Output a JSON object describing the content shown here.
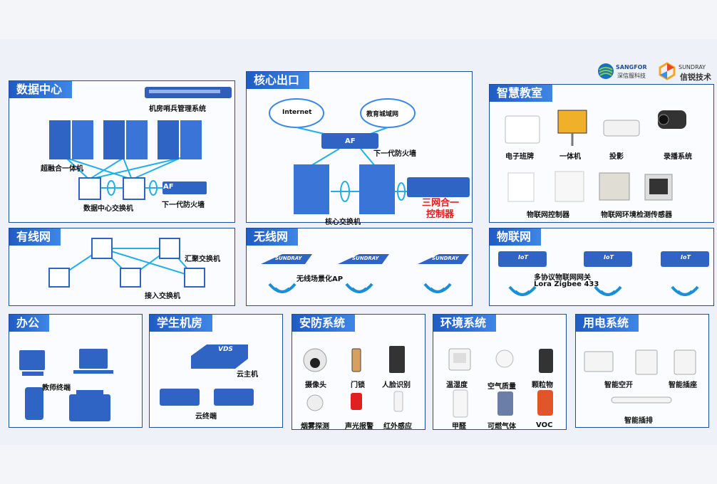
{
  "colors": {
    "panel_border": "#1f4e9c",
    "title_bg": "#2a6fd8",
    "link": "#22aee6",
    "device": "#2f6fd0"
  },
  "logos": {
    "sangfor_name": "SANGFOR",
    "sangfor_cn": "深信服科技",
    "sundray_name": "SUNDRAY",
    "sundray_cn": "信锐技术"
  },
  "panels": {
    "datacenter": {
      "title": "数据中心",
      "sentinel": "机房哨兵管理系统",
      "hci": "超融合一体机",
      "dc_switch": "数据中心交换机",
      "ngfw": "下一代防火墙",
      "af": "AF"
    },
    "core": {
      "title": "核心出口",
      "internet": "Internet",
      "edu": "教育城域网",
      "af": "AF",
      "ngfw": "下一代防火墙",
      "core_switch": "核心交换机",
      "controller_line1": "三网合一",
      "controller_line2": "控制器"
    },
    "classroom": {
      "title": "智慧教室",
      "items": [
        "电子班牌",
        "一体机",
        "投影",
        "录播系统",
        "物联网控制器",
        "物联网环境检测传感器"
      ]
    },
    "wired": {
      "title": "有线网",
      "agg": "汇聚交换机",
      "access": "接入交换机"
    },
    "wireless": {
      "title": "无线网",
      "ap": "无线场景化AP",
      "brand": "SUNDRAY"
    },
    "iot": {
      "title": "物联网",
      "gateway": "多协议物联网网关",
      "protocols": "Lora  Zigbee 433",
      "tag": "IoT"
    },
    "office": {
      "title": "办公",
      "terminal": "教师终端"
    },
    "lab": {
      "title": "学生机房",
      "vds_host": "云主机",
      "vds_terminal": "云终端",
      "vds": "VDS"
    },
    "security": {
      "title": "安防系统",
      "items": [
        "摄像头",
        "门锁",
        "人脸识别",
        "烟雾探测",
        "声光报警",
        "红外感应"
      ]
    },
    "environment": {
      "title": "环境系统",
      "items": [
        "温湿度",
        "空气质量",
        "颗粒物",
        "甲醛",
        "可燃气体",
        "VOC"
      ]
    },
    "power": {
      "title": "用电系统",
      "items": [
        "智能空开",
        "智能插座",
        "智能插排"
      ]
    }
  }
}
